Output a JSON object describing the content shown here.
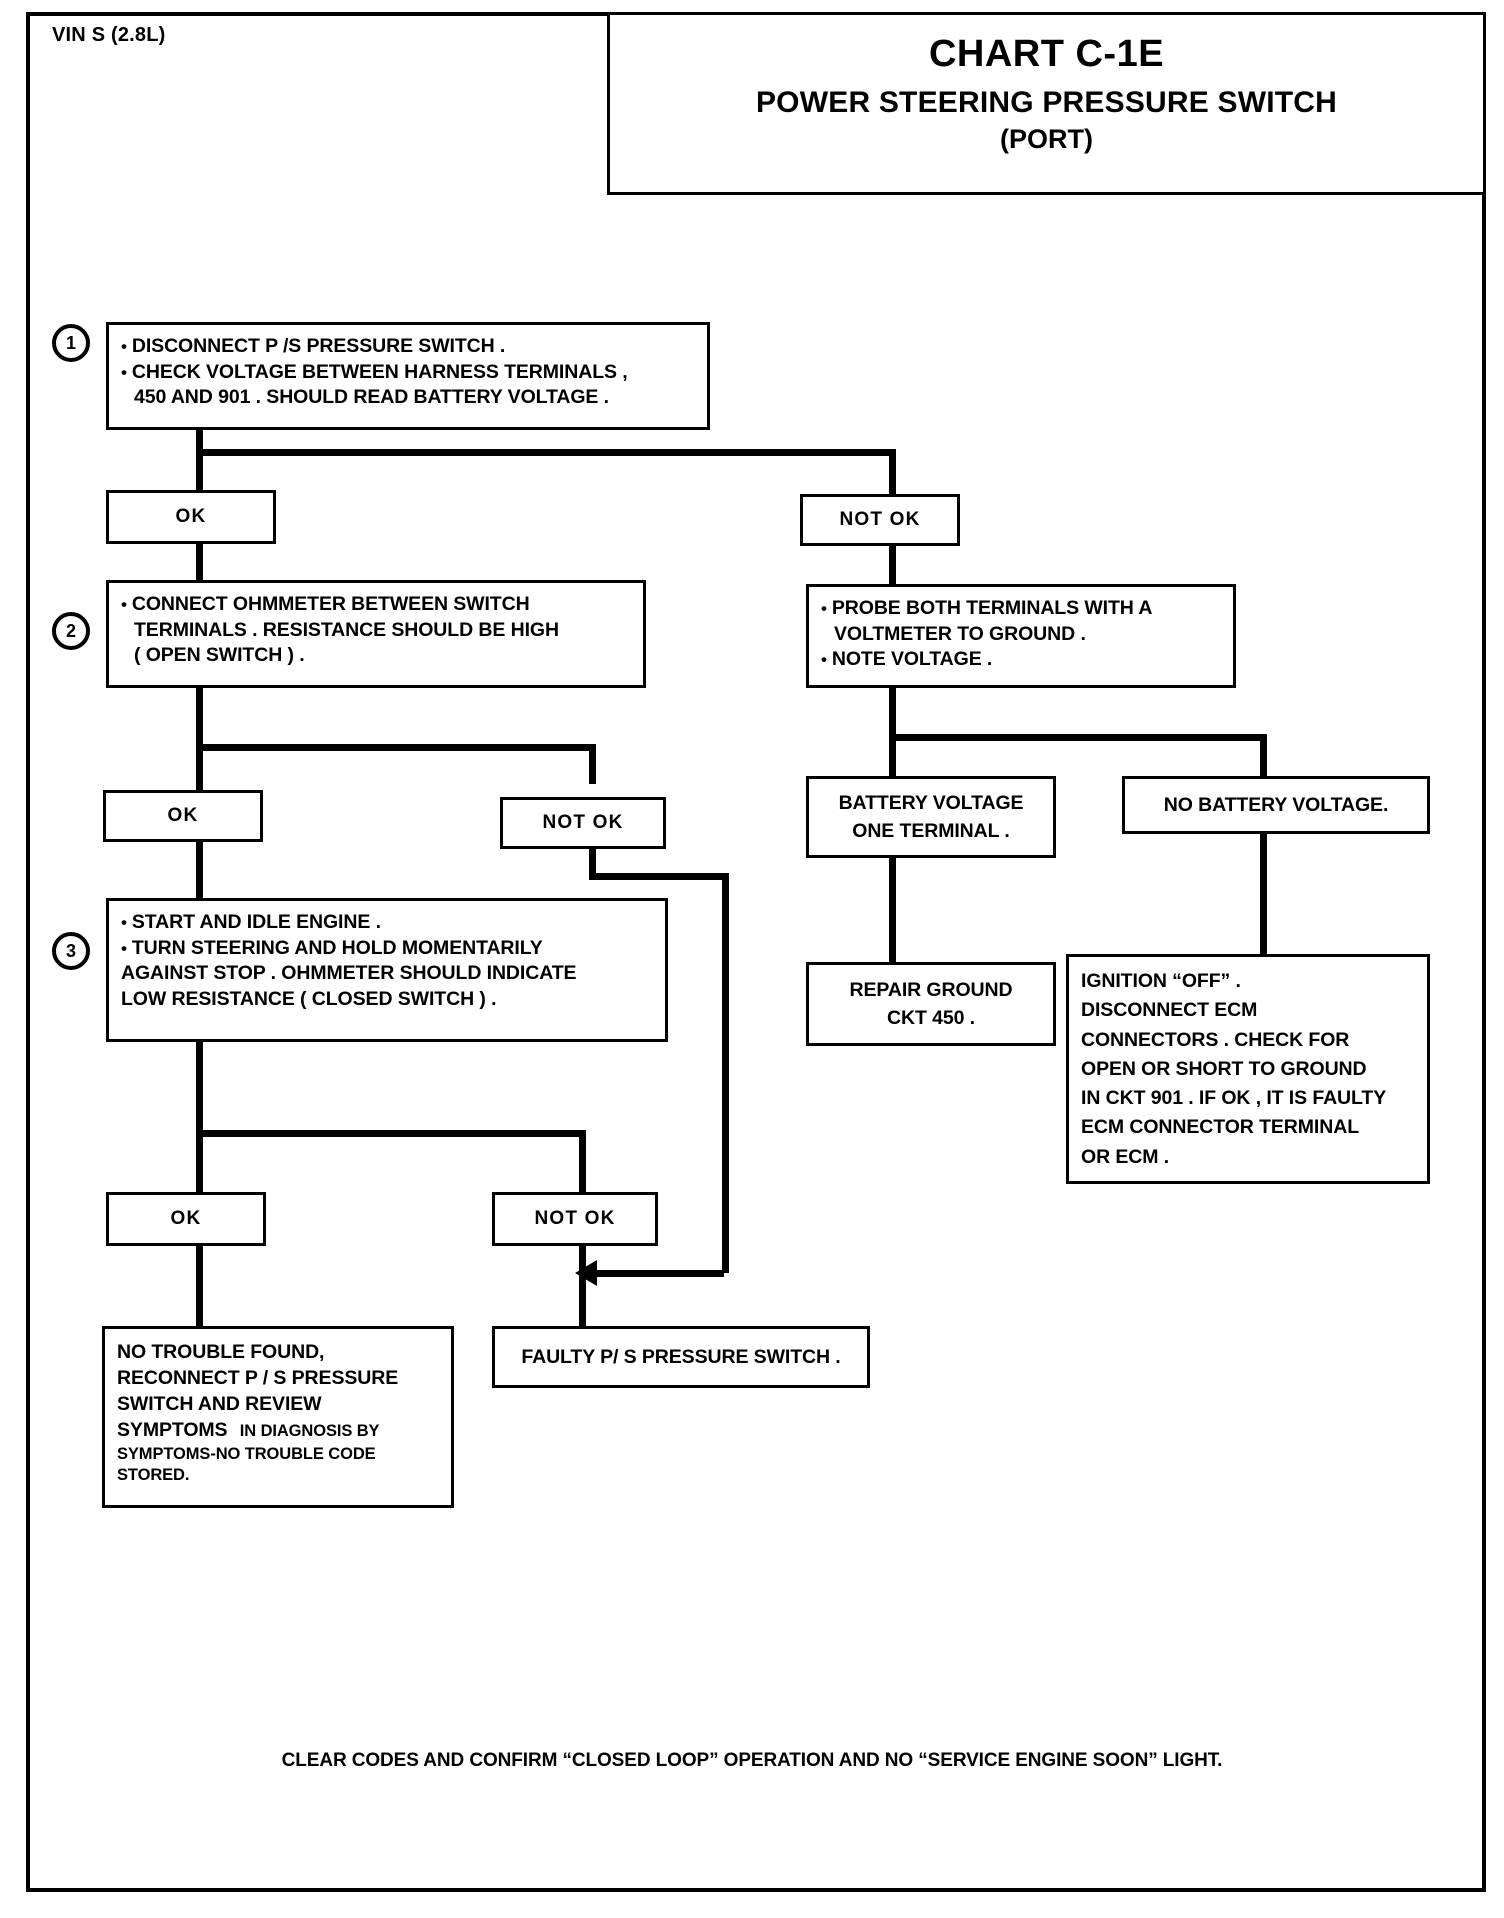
{
  "header": {
    "vin_label": "VIN S (2.8L)",
    "chart_id": "CHART C-1E",
    "chart_title": "POWER STEERING PRESSURE SWITCH",
    "chart_subtitle": "(PORT)"
  },
  "steps": {
    "one": "1",
    "two": "2",
    "three": "3"
  },
  "nodes": {
    "step1": {
      "line1": "DISCONNECT P /S PRESSURE SWITCH .",
      "line2": "CHECK VOLTAGE BETWEEN HARNESS TERMINALS ,",
      "line3": "450 AND 901 . SHOULD READ BATTERY VOLTAGE ."
    },
    "step1_ok": "OK",
    "step1_not_ok": "NOT OK",
    "step2": {
      "line1": "CONNECT OHMMETER BETWEEN SWITCH",
      "line2": "TERMINALS . RESISTANCE SHOULD BE HIGH",
      "line3": "( OPEN SWITCH ) ."
    },
    "step2_ok": "OK",
    "step2_not_ok": "NOT OK",
    "probe": {
      "line1": "PROBE BOTH TERMINALS WITH A",
      "line2": "VOLTMETER TO GROUND .",
      "line3": "NOTE VOLTAGE ."
    },
    "battery_voltage": {
      "line1": "BATTERY VOLTAGE",
      "line2": "ONE TERMINAL ."
    },
    "no_battery_voltage": "NO BATTERY VOLTAGE.",
    "repair_ground": {
      "line1": "REPAIR GROUND",
      "line2": "CKT 450 ."
    },
    "ignition_off": {
      "line1": "IGNITION “OFF” .",
      "line2": "DISCONNECT  ECM",
      "line3": "CONNECTORS . CHECK FOR",
      "line4": "OPEN OR SHORT TO GROUND",
      "line5": "IN CKT 901 . IF OK , IT IS FAULTY",
      "line6": "ECM CONNECTOR TERMINAL",
      "line7": "OR ECM ."
    },
    "step3": {
      "line1": "START AND IDLE ENGINE .",
      "line2": "TURN STEERING AND HOLD MOMENTARILY",
      "line3": "AGAINST STOP . OHMMETER SHOULD INDICATE",
      "line4": "LOW RESISTANCE  ( CLOSED SWITCH ) ."
    },
    "step3_ok": "OK",
    "step3_not_ok": "NOT OK",
    "no_trouble": {
      "line1": "NO TROUBLE FOUND,",
      "line2": "RECONNECT P / S  PRESSURE",
      "line3": "SWITCH AND REVIEW",
      "line4_big": "SYMPTOMS",
      "line4_small": "IN DIAGNOSIS BY",
      "line5": "SYMPTOMS-NO TROUBLE CODE",
      "line6": "STORED."
    },
    "faulty_switch": "FAULTY P/ S PRESSURE SWITCH ."
  },
  "footer": {
    "note": "CLEAR CODES AND CONFIRM  “CLOSED LOOP” OPERATION AND NO “SERVICE ENGINE SOON” LIGHT."
  }
}
